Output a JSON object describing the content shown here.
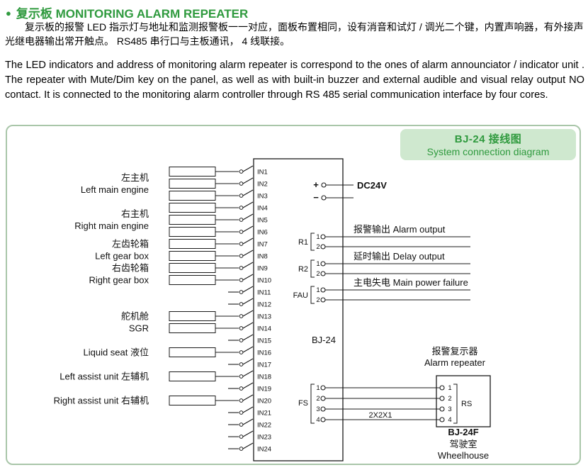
{
  "header": {
    "bullet": "●",
    "title": "复示板 MONITORING ALARM REPEATER",
    "paragraph_cn": "复示板的报警 LED 指示灯与地址和监测报警板一一对应，面板布置相同，设有消音和试灯 / 调光二个键，内置声响器，有外接声光继电器输出常开触点。 RS485 串行口与主板通讯， 4 线联接。",
    "paragraph_en": "The LED indicators and address of monitoring alarm repeater is correspond to the ones of alarm announciator / indicator unit . The repeater with Mute/Dim key on the panel, as well as with built-in buzzer and external audible and visual relay output NO contact. It is connected to the monitoring alarm controller through RS 485 serial communication interface by four cores."
  },
  "diagram": {
    "badge_title": "BJ-24 接线图",
    "badge_subtitle": "System connection diagram",
    "main_unit_label": "BJ-24",
    "power_label": "DC24V",
    "plus": "+",
    "minus": "−",
    "inputs": [
      "IN1",
      "IN2",
      "IN3",
      "IN4",
      "IN5",
      "IN6",
      "IN7",
      "IN8",
      "IN9",
      "IN10",
      "IN11",
      "IN12",
      "IN13",
      "IN14",
      "IN15",
      "IN16",
      "IN17",
      "IN18",
      "IN19",
      "IN20",
      "IN21",
      "IN22",
      "IN23",
      "IN24"
    ],
    "sensor_groups": [
      {
        "lines": [
          "左主机",
          "Left main engine"
        ],
        "rows": [
          1,
          2,
          3
        ]
      },
      {
        "lines": [
          "右主机",
          "Right main engine"
        ],
        "rows": [
          4,
          5,
          6
        ]
      },
      {
        "lines": [
          "左齿轮箱",
          "Left gear box"
        ],
        "rows": [
          7,
          8
        ]
      },
      {
        "lines": [
          "右齿轮箱",
          "Right gear box"
        ],
        "rows": [
          9,
          10
        ]
      },
      {
        "lines": [
          "舵机舱",
          "SGR"
        ],
        "rows": [
          13,
          14
        ]
      },
      {
        "lines": [
          "Liquid seat 液位"
        ],
        "rows": [
          16
        ]
      },
      {
        "lines": [
          "Left assist unit 左辅机"
        ],
        "rows": [
          18
        ]
      },
      {
        "lines": [
          "Right assist unit 右辅机"
        ],
        "rows": [
          20
        ]
      }
    ],
    "outputs": [
      {
        "relay": "R1",
        "terminals": [
          "1",
          "2"
        ],
        "label": "报警输出  Alarm output"
      },
      {
        "relay": "R2",
        "terminals": [
          "1",
          "2"
        ],
        "label": "延时输出  Delay output"
      },
      {
        "relay": "FAU",
        "terminals": [
          "1",
          "2"
        ],
        "label": "主电失电  Main power failure"
      }
    ],
    "fs": {
      "label": "FS",
      "terminals": [
        "1",
        "2",
        "3",
        "4"
      ]
    },
    "cable_label": "2X2X1",
    "repeater": {
      "title_cn": "报警复示器",
      "title_en": "Alarm repeater",
      "rs_label": "RS",
      "terminals": [
        "1",
        "2",
        "3",
        "4"
      ],
      "model": "BJ-24F",
      "location_cn": "驾驶室",
      "location_en": "Wheelhouse"
    },
    "colors": {
      "green": "#2f9a3e",
      "badge_bg": "#cfe8cf",
      "border": "#a9c6a9",
      "line": "#1a1a1a"
    }
  }
}
